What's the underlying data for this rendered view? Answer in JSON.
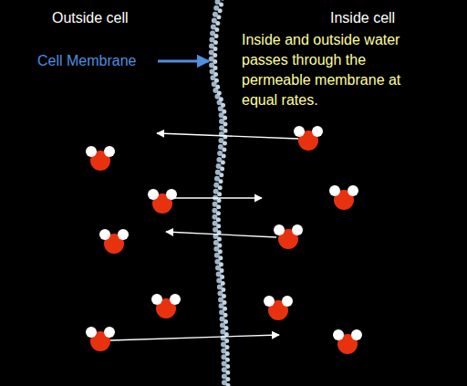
{
  "diagram": {
    "labels": [
      "Outside cell",
      "Inside cell",
      "Cell Membrane",
      "Inside and outside water passes through the permeable membrane at equal rates."
    ]
  }
}
